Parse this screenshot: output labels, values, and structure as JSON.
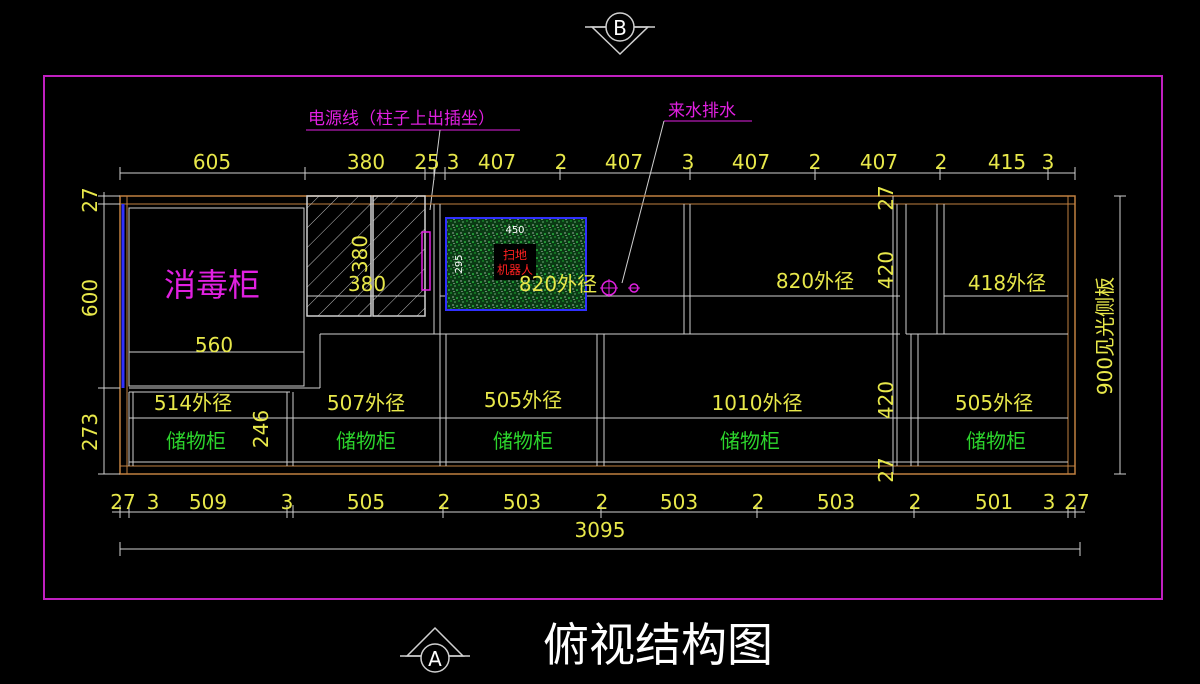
{
  "title": "俯视结构图",
  "markers": {
    "top": "B",
    "bottom": "A"
  },
  "annotations": {
    "power_cable": "电源线（柱子上出插坐）",
    "water": "来水排水",
    "side_panel": "900见光侧板"
  },
  "top_dims": [
    "605",
    "380",
    "25",
    "3",
    "407",
    "2",
    "407",
    "3",
    "407",
    "2",
    "407",
    "2",
    "415",
    "3"
  ],
  "bottom_dims": [
    "27",
    "3",
    "509",
    "3",
    "505",
    "2",
    "503",
    "2",
    "503",
    "2",
    "503",
    "2",
    "501",
    "3",
    "27"
  ],
  "total_width": "3095",
  "left_dims": [
    "27",
    "600",
    "273"
  ],
  "right_dims": [
    "27",
    "420",
    "420",
    "27"
  ],
  "upper": {
    "sterilizer": "消毒柜",
    "sterilizer_width": "560",
    "door_dims": [
      "380",
      "380"
    ],
    "robot_label_1": "扫地",
    "robot_label_2": "机器人",
    "robot_w": "450",
    "robot_h": "295",
    "od1": "820外径",
    "od2": "820外径",
    "od3": "418外径"
  },
  "lower": {
    "outer_dims": [
      "514外径",
      "507外径",
      "505外径",
      "1010外径",
      "505外径"
    ],
    "labels": [
      "储物柜",
      "储物柜",
      "储物柜",
      "储物柜",
      "储物柜"
    ],
    "inner_dim": "246"
  }
}
